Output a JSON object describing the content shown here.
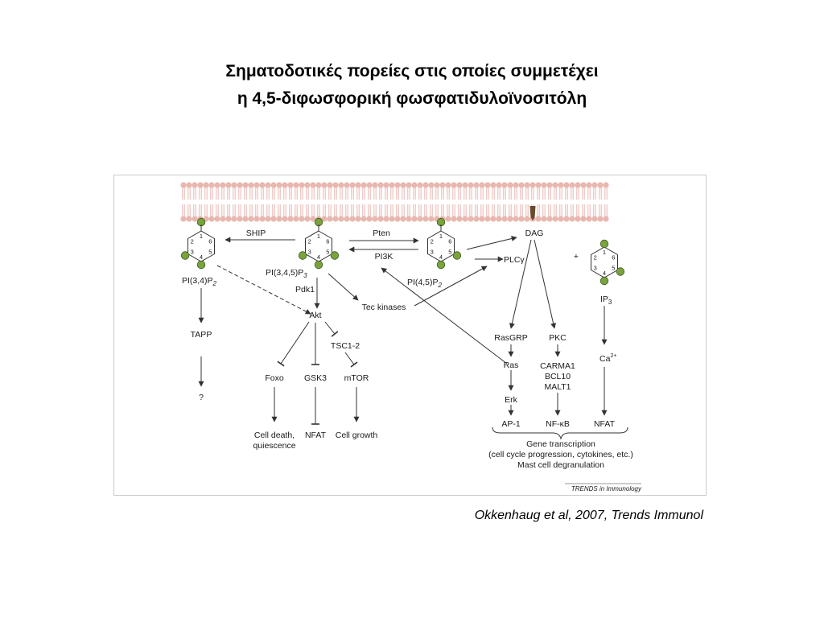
{
  "slide": {
    "title_line1": "Σηματοδοτικές πορείες στις οποίες συμμετέχει",
    "title_line2": "η 4,5-διφωσφορική φωσφατιδυλοϊνοσιτόλη",
    "citation": "Okkenhaug et al, 2007, Trends Immunol"
  },
  "diagram": {
    "ring_numbers": [
      "1",
      "2",
      "3",
      "4",
      "5",
      "6"
    ],
    "nodes": {
      "ship": "SHIP",
      "pten": "Pten",
      "pi3k": "PI3K",
      "dag": "DAG",
      "plus": "+",
      "plcg": "PLCγ",
      "pi34p2": "PI(3,4)P",
      "pi34p2_sub": "2",
      "pip3": "PI(3,4,5)P",
      "pip3_sub": "3",
      "pi45p2": "PI(4,5)P",
      "pi45p2_sub": "2",
      "ip3": "IP",
      "ip3_sub": "3",
      "pdk1": "Pdk1",
      "tec": "Tec kinases",
      "akt": "Akt",
      "tapp": "TAPP",
      "question": "?",
      "tsc": "TSC1-2",
      "foxo": "Foxo",
      "gsk3": "GSK3",
      "mtor": "mTOR",
      "rasgrp": "RasGRP",
      "pkc": "PKC",
      "ca": "Ca",
      "ca_sup": "2+",
      "ras": "Ras",
      "carma1": "CARMA1",
      "bcl10": "BCL10",
      "malt1": "MALT1",
      "erk": "Erk",
      "ap1": "AP-1",
      "nfkb": "NF-κB",
      "nfat_right": "NFAT",
      "celldeath1": "Cell death,",
      "celldeath2": "quiescence",
      "nfat_left": "NFAT",
      "cellgrowth": "Cell growth",
      "gene1": "Gene transcription",
      "gene2": "(cell cycle progression, cytokines, etc.)",
      "gene3": "Mast cell degranulation"
    },
    "journal_mark": "TRENDS in Immunology",
    "colors": {
      "membrane": "#e8b7b0",
      "phosphate": "#7aa33e",
      "phosphate_stroke": "#3d5a1c",
      "line": "#333333"
    }
  }
}
